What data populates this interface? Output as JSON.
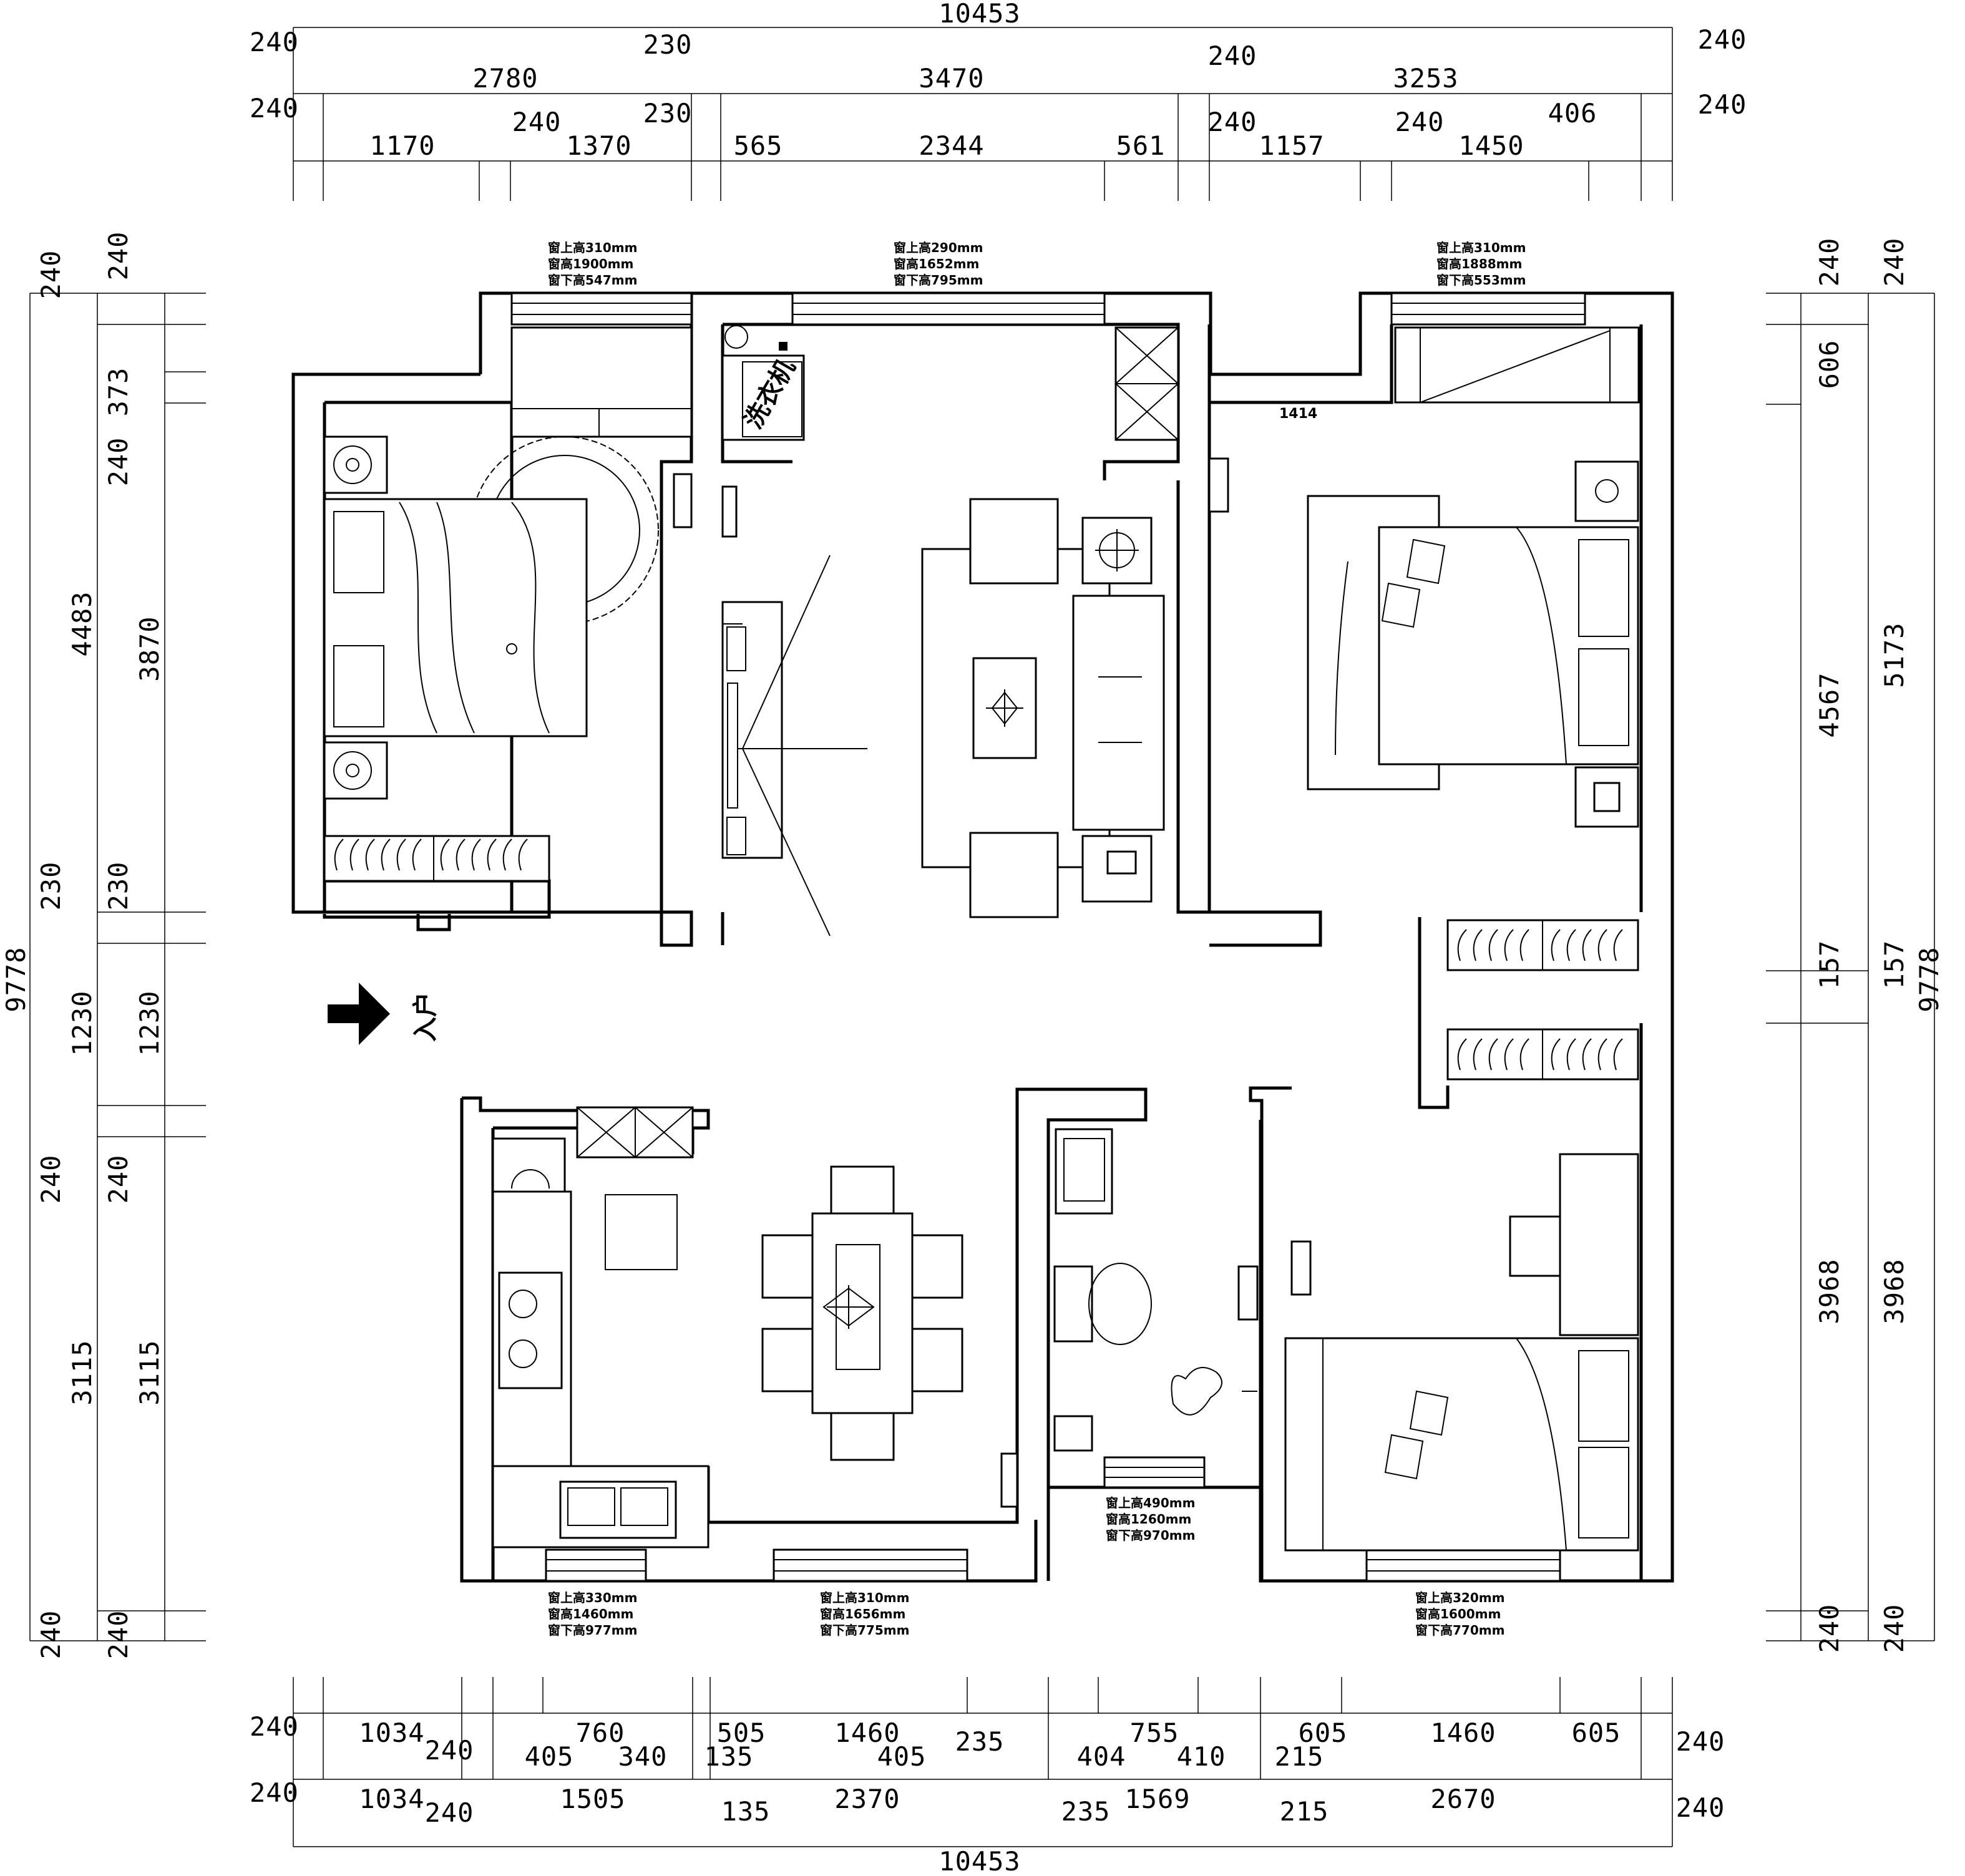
{
  "dims": {
    "top_total": "10453",
    "top_row1": [
      "240",
      "2780",
      "230",
      "3470",
      "240",
      "3253",
      "240"
    ],
    "top_row2": [
      "240",
      "1170",
      "240",
      "1370",
      "230",
      "565",
      "2344",
      "561",
      "240",
      "1157",
      "240",
      "1450",
      "406",
      "240"
    ],
    "bottom_row1": [
      "240",
      "1034",
      "240",
      "760",
      "405",
      "340",
      "505",
      "135",
      "1460",
      "405",
      "235",
      "755",
      "404",
      "410",
      "215",
      "605",
      "1460",
      "605",
      "240"
    ],
    "bottom_row2": [
      "240",
      "1034",
      "240",
      "1505",
      "135",
      "2370",
      "235",
      "1569",
      "215",
      "2670",
      "240"
    ],
    "bottom_total": "10453",
    "left_total": "9778",
    "left_outer": [
      "240",
      "4483",
      "230",
      "1230",
      "240",
      "3115",
      "240"
    ],
    "left_inner": [
      "240",
      "373",
      "240",
      "3870",
      "230",
      "1230",
      "240",
      "3115",
      "240"
    ],
    "right_total": "9778",
    "right_outer": [
      "240",
      "5173",
      "157",
      "3968",
      "240"
    ],
    "right_inner": [
      "240",
      "606",
      "4567",
      "157",
      "3968",
      "240"
    ],
    "room_width": "1414"
  },
  "window_notes": {
    "top_left": [
      "窗上高310mm",
      "窗高1900mm",
      "窗下高547mm"
    ],
    "top_center": [
      "窗上高290mm",
      "窗高1652mm",
      "窗下高795mm"
    ],
    "top_right": [
      "窗上高310mm",
      "窗高1888mm",
      "窗下高553mm"
    ],
    "bath": [
      "窗上高490mm",
      "窗高1260mm",
      "窗下高970mm"
    ],
    "bottom_kitchen": [
      "窗上高330mm",
      "窗高1460mm",
      "窗下高977mm"
    ],
    "bottom_dining": [
      "窗上高310mm",
      "窗高1656mm",
      "窗下高775mm"
    ],
    "bottom_right": [
      "窗上高320mm",
      "窗高1600mm",
      "窗下高770mm"
    ]
  },
  "labels": {
    "washer": "洗衣机",
    "entrance": "入户"
  }
}
